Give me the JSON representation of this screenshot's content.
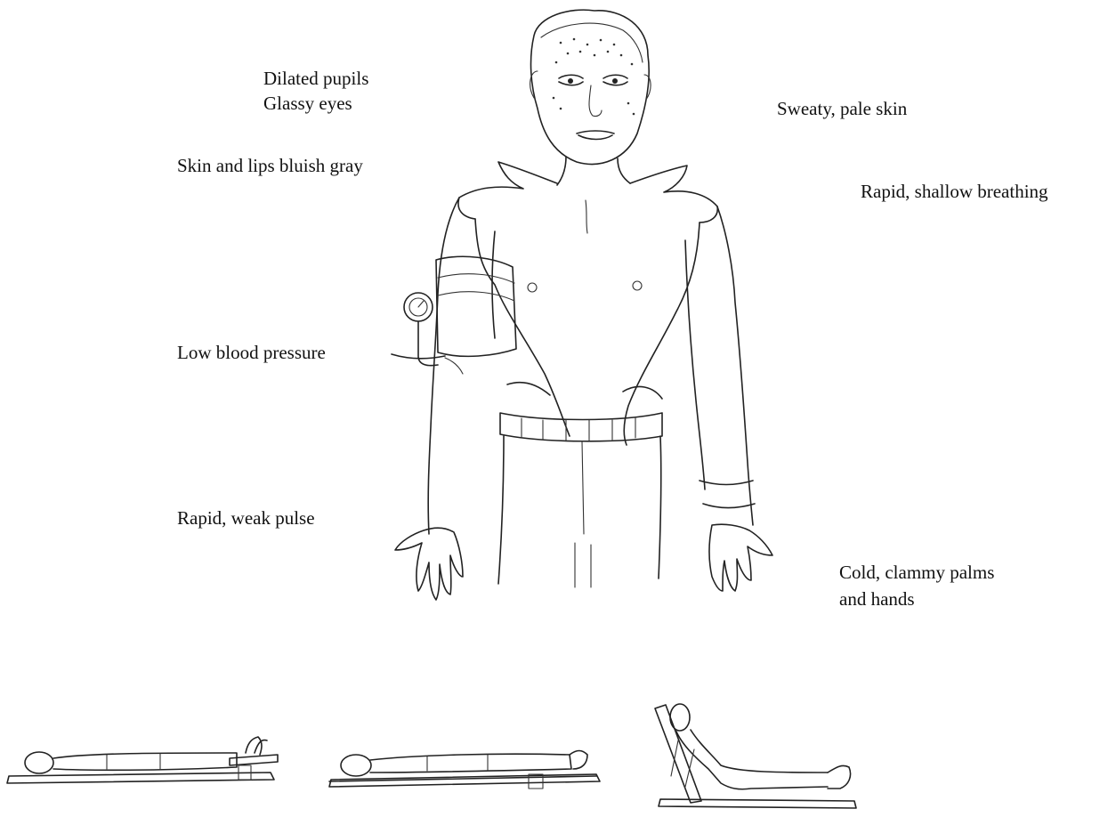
{
  "labels": {
    "dilated_pupils": "Dilated pupils",
    "glassy_eyes": "Glassy eyes",
    "skin_lips": "Skin and lips bluish gray",
    "sweaty_skin": "Sweaty, pale skin",
    "rapid_breathing": "Rapid, shallow breathing",
    "low_bp": "Low blood pressure",
    "weak_pulse": "Rapid, weak pulse",
    "clammy_line1": "Cold, clammy palms",
    "clammy_line2": "and hands"
  },
  "illustrations": {
    "main": "shock-victim-figure",
    "positions": [
      "legs-elevated-position",
      "flat-feet-elevated-position",
      "semi-reclining-position"
    ]
  }
}
